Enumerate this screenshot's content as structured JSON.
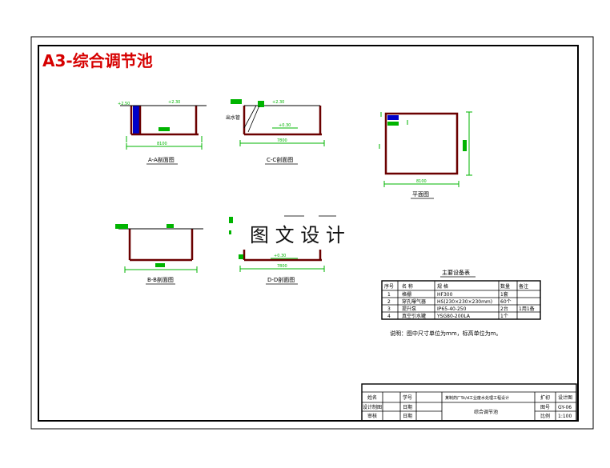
{
  "drawing": {
    "title": "A3-综合调节池",
    "watermark": "图 文 设 计",
    "views": {
      "aa": "A-A剖面图",
      "cc": "C-C剖面图",
      "plan": "平面图",
      "bb": "B-B剖面图",
      "dd": "D-D剖面图"
    },
    "cc_side_label": "出水管"
  },
  "equipment": {
    "title": "主要设备表",
    "headers": [
      "序号",
      "名 称",
      "规 格",
      "数量",
      "备注"
    ],
    "rows": [
      [
        "1",
        "格栅",
        "HF300",
        "1套",
        ""
      ],
      [
        "2",
        "穿孔曝气器",
        "HS(230×230×230mm)",
        "60个",
        ""
      ],
      [
        "3",
        "提升泵",
        "IP65-40-250",
        "2台",
        "1用1备"
      ],
      [
        "4",
        "真空引水罐",
        "YSG80-200LA",
        "1个",
        ""
      ]
    ]
  },
  "note": "说明：图中尺寸单位为mm，标高单位为m。",
  "title_block": {
    "name_label": "姓名",
    "student_id_label": "学号",
    "project": "某制药厂5t/d工业废水处理工程设计",
    "scale_tag": "扩初",
    "design_doc": "设计图",
    "designer_label": "设计制图",
    "date_label_1": "日期",
    "drawing_no_label": "图号",
    "drawing_no": "GY-06",
    "reviewer_label": "审核",
    "date_label_2": "日期",
    "drawing_name": "综合调节池",
    "ratio_label": "比例",
    "ratio": "1:100"
  },
  "colors": {
    "wall": "#6b0000",
    "dim": "#00b400",
    "fill_blue": "#0000c8",
    "title_red": "#d60000"
  }
}
